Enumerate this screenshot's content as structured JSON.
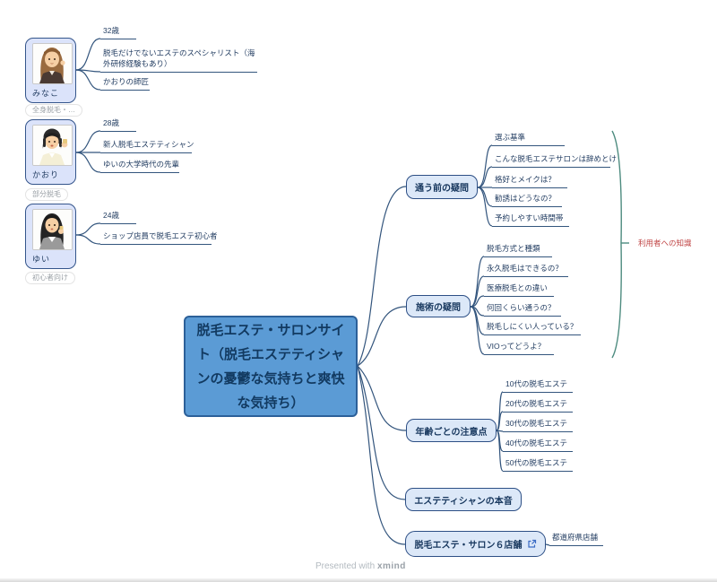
{
  "central": {
    "title": "脱毛エステ・サロンサイト（脱毛エステティシャンの憂鬱な気持ちと爽快な気持ち）"
  },
  "personas": [
    {
      "name": "みなこ",
      "tag": "全身脱毛・…",
      "avatar": "woman-long-brown-hair-dark-jacket",
      "details": [
        "32歳",
        "脱毛だけでないエステのスペシャリスト（海外研修経験もあり）",
        "かおりの師匠"
      ]
    },
    {
      "name": "かおり",
      "tag": "部分脱毛",
      "avatar": "woman-short-black-bob-waving",
      "details": [
        "28歳",
        "新人脱毛エステティシャン",
        "ゆいの大学時代の先輩"
      ]
    },
    {
      "name": "ゆい",
      "tag": "初心者向け",
      "avatar": "woman-long-black-hair-gray-suit",
      "details": [
        "24歳",
        "ショップ店員で脱毛エステ初心者"
      ]
    }
  ],
  "branches": [
    {
      "label": "通う前の疑問",
      "children": [
        "選ぶ基準",
        "こんな脱毛エステサロンは辞めとけ",
        "格好とメイクは？",
        "勧誘はどうなの？",
        "予約しやすい時間帯"
      ]
    },
    {
      "label": "施術の疑問",
      "children": [
        "脱毛方式と種類",
        "永久脱毛はできるの？",
        "医療脱毛との違い",
        "何回くらい通うの？",
        "脱毛しにくい人っている？",
        "VIOってどうよ？"
      ]
    },
    {
      "label": "年齢ごとの注意点",
      "children": [
        "10代の脱毛エステ",
        "20代の脱毛エステ",
        "30代の脱毛エステ",
        "40代の脱毛エステ",
        "50代の脱毛エステ"
      ]
    },
    {
      "label": "エステティシャンの本音",
      "children": []
    },
    {
      "label": "脱毛エステ・サロン６店舗",
      "has_link_icon": "external-link-icon",
      "children": [
        "都道府県店舗"
      ]
    }
  ],
  "summary": {
    "label": "利用者への知識"
  },
  "footer": {
    "prefix": "Presented with ",
    "brand": "xmind"
  },
  "colors": {
    "central_fill": "#5b9bd5",
    "central_border": "#2c6099",
    "node_fill": "#dce8f8",
    "node_border": "#2d4f85",
    "line": "#33557d",
    "summary_brace": "#4d8b7f",
    "summary_label_red": "#c04545",
    "persona_card_fill": "#dbe3fa",
    "link_icon_blue": "#3a6bc4"
  }
}
